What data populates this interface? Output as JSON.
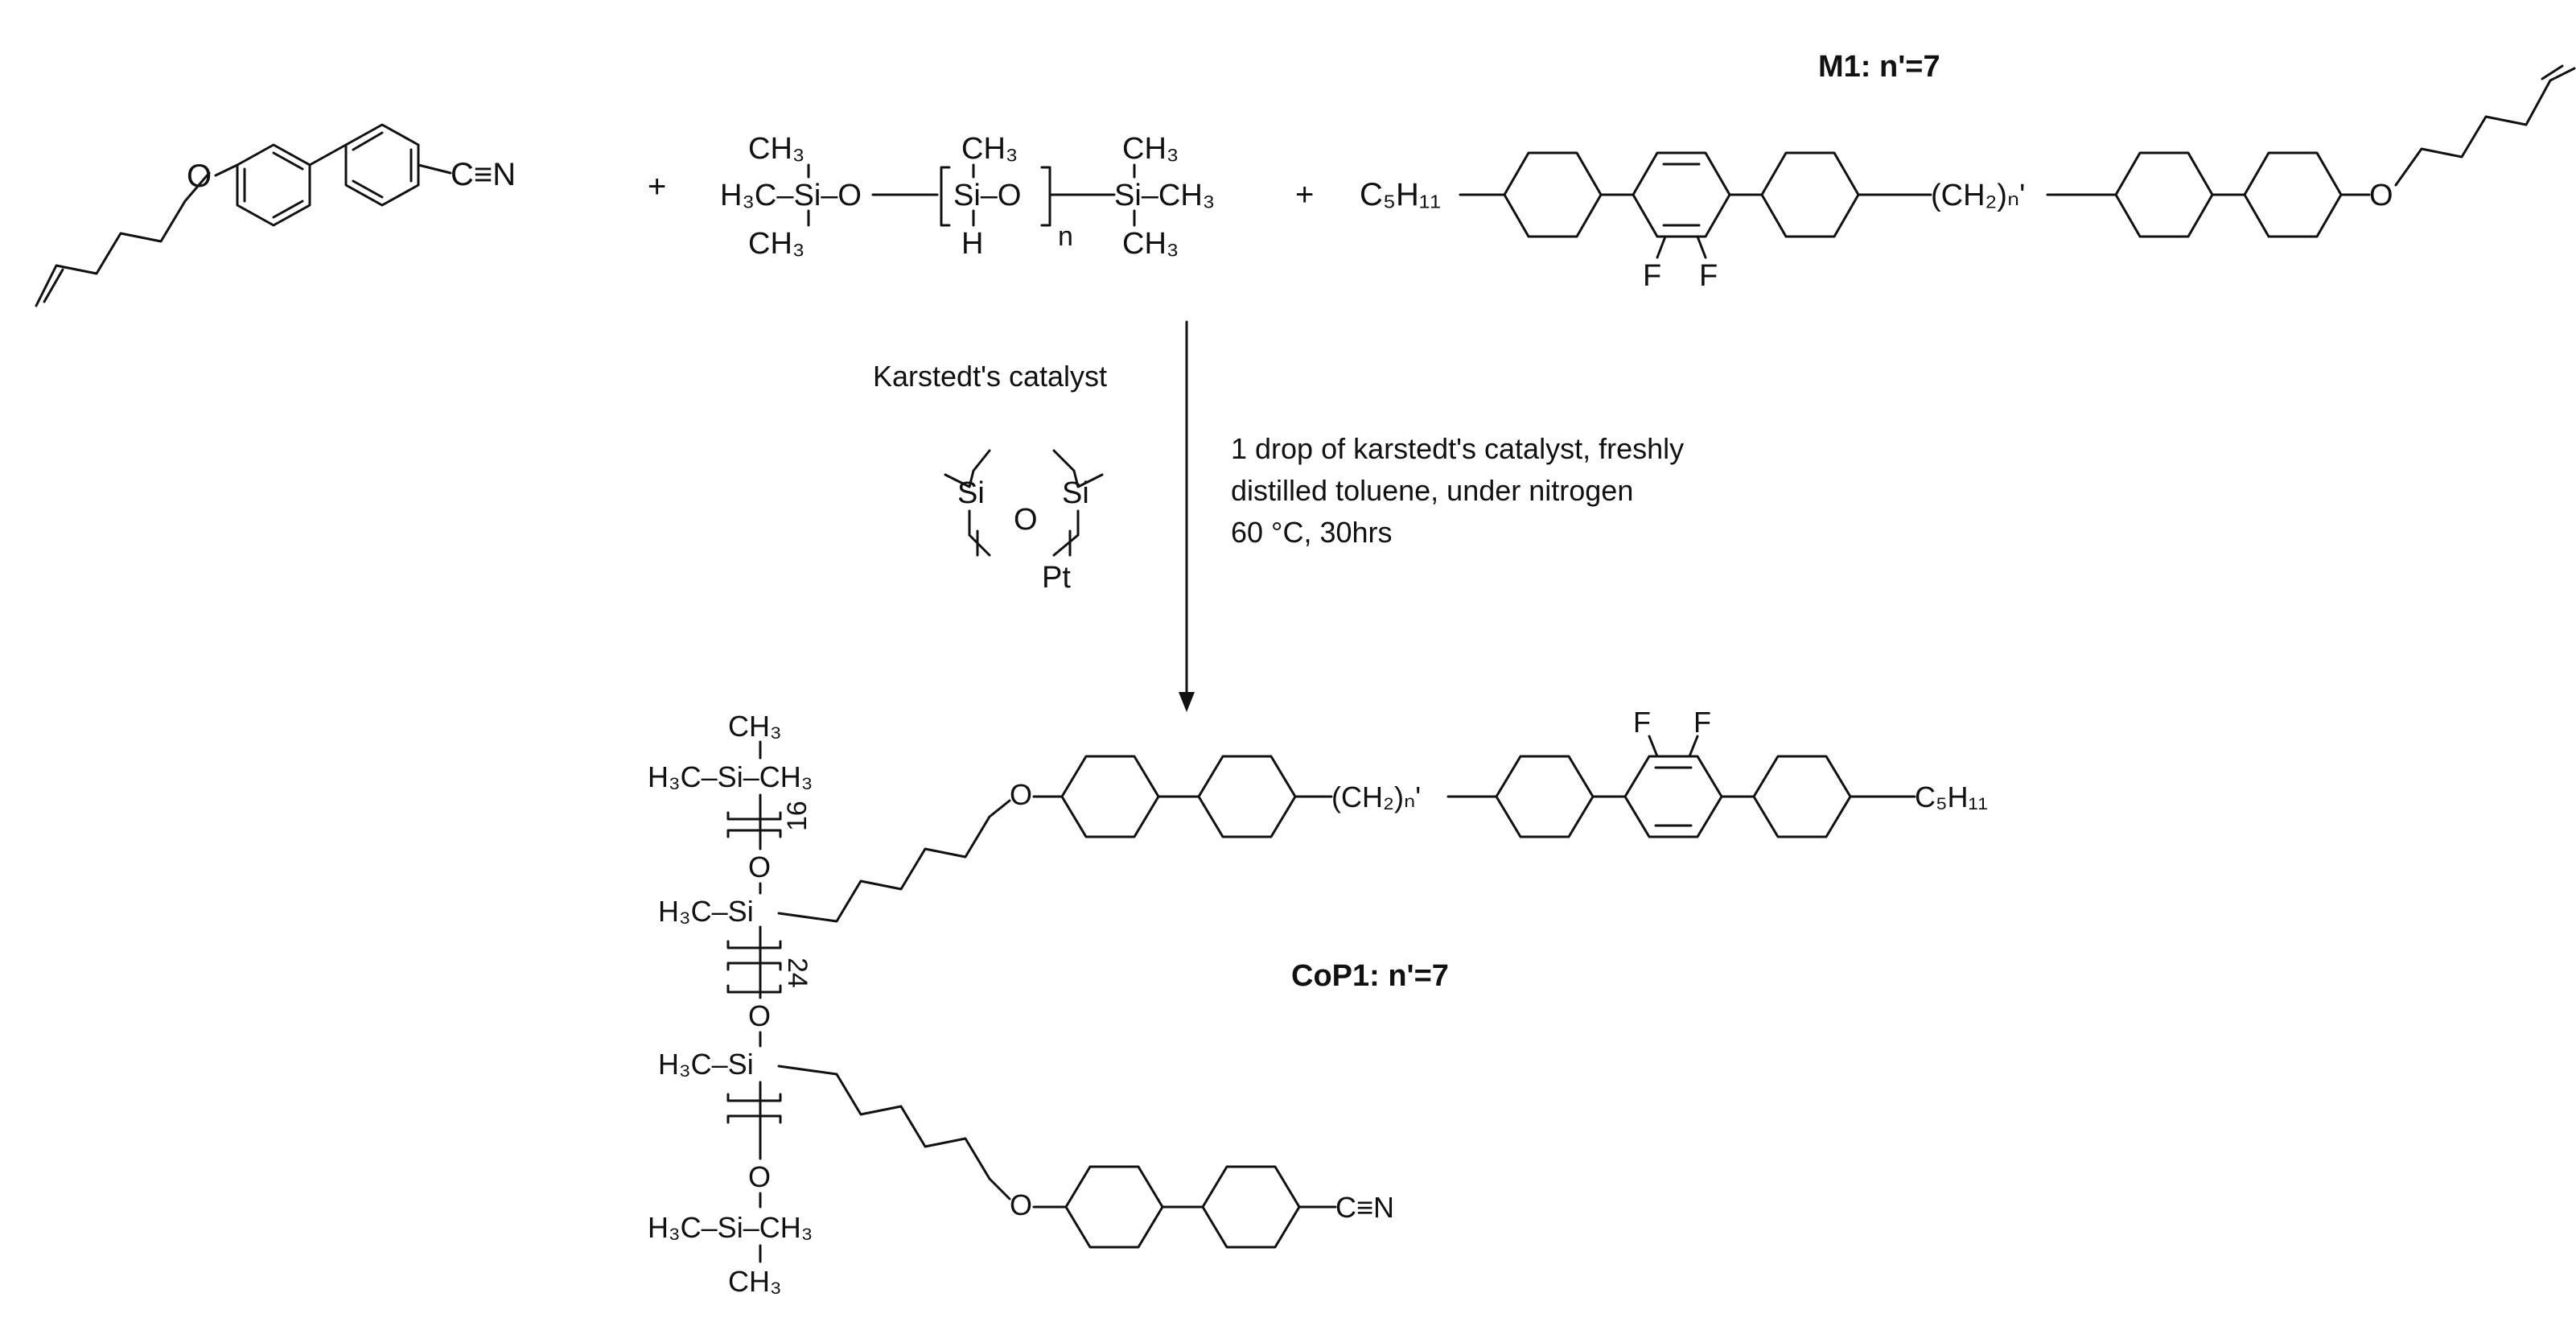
{
  "reactants": {
    "plus": "+",
    "cyano_monomer": {
      "o_label": "O",
      "cn_label": "C≡N"
    },
    "siloxane": {
      "h3c_si": "H₃C–Si–O",
      "ch3_top": "CH₃",
      "ch3_bottom": "CH₃",
      "repeat": "Si–O",
      "repeat_ch3": "CH₃",
      "repeat_h": "H",
      "n": "n",
      "si_ch3": "Si–CH₃",
      "ch3_top_right": "CH₃",
      "ch3_bottom_right": "CH₃"
    },
    "m1": {
      "name": "M1: n'=7",
      "c5h11": "C₅H₁₁",
      "f1": "F",
      "f2": "F",
      "ch2": "(CH₂)ₙ'",
      "o_label": "O"
    }
  },
  "conditions": {
    "catalyst_name": "Karstedt's catalyst",
    "catalyst_si_left": "Si",
    "catalyst_o": "O",
    "catalyst_si_right": "Si",
    "catalyst_pt": "Pt",
    "line1": "1 drop of karstedt's catalyst, freshly",
    "line2": "distilled toluene, under nitrogen",
    "line3": "60 °C, 30hrs"
  },
  "product": {
    "name": "CoP1: n'=7",
    "top_ch3": "CH₃",
    "top_si": "H₃C–Si–CH₃",
    "sub16": "16",
    "o1": "O",
    "si_mid": "H₃C–Si",
    "sub24": "24",
    "o2": "O",
    "si_low": "H₃C–Si",
    "o3": "O",
    "bottom_si": "H₃C–Si–CH₃",
    "bottom_ch3": "CH₃",
    "chain_o_top": "O",
    "ch2": "(CH₂)ₙ'",
    "f1": "F",
    "f2": "F",
    "c5h11": "C₅H₁₁",
    "chain_o_bottom": "O",
    "cn_label": "C≡N"
  }
}
